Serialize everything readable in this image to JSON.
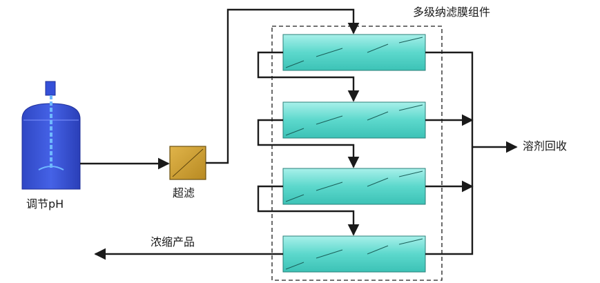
{
  "labels": {
    "module_group": "多级纳滤膜组件",
    "ph_tank": "调节pH",
    "ultrafiltration": "超滤",
    "solvent_recovery": "溶剂回收",
    "concentrated_product": "浓缩产品"
  },
  "colors": {
    "tank": "#3a55d6",
    "tank_dark": "#2336a8",
    "ultrafilter": "#d4a437",
    "membrane": "#5cd8cc",
    "line": "#1a1a1a"
  },
  "icons": {
    "tank": "reactor-tank-icon",
    "ultrafilter": "ultrafilter-icon",
    "membrane": "nanofiltration-membrane-icon"
  }
}
